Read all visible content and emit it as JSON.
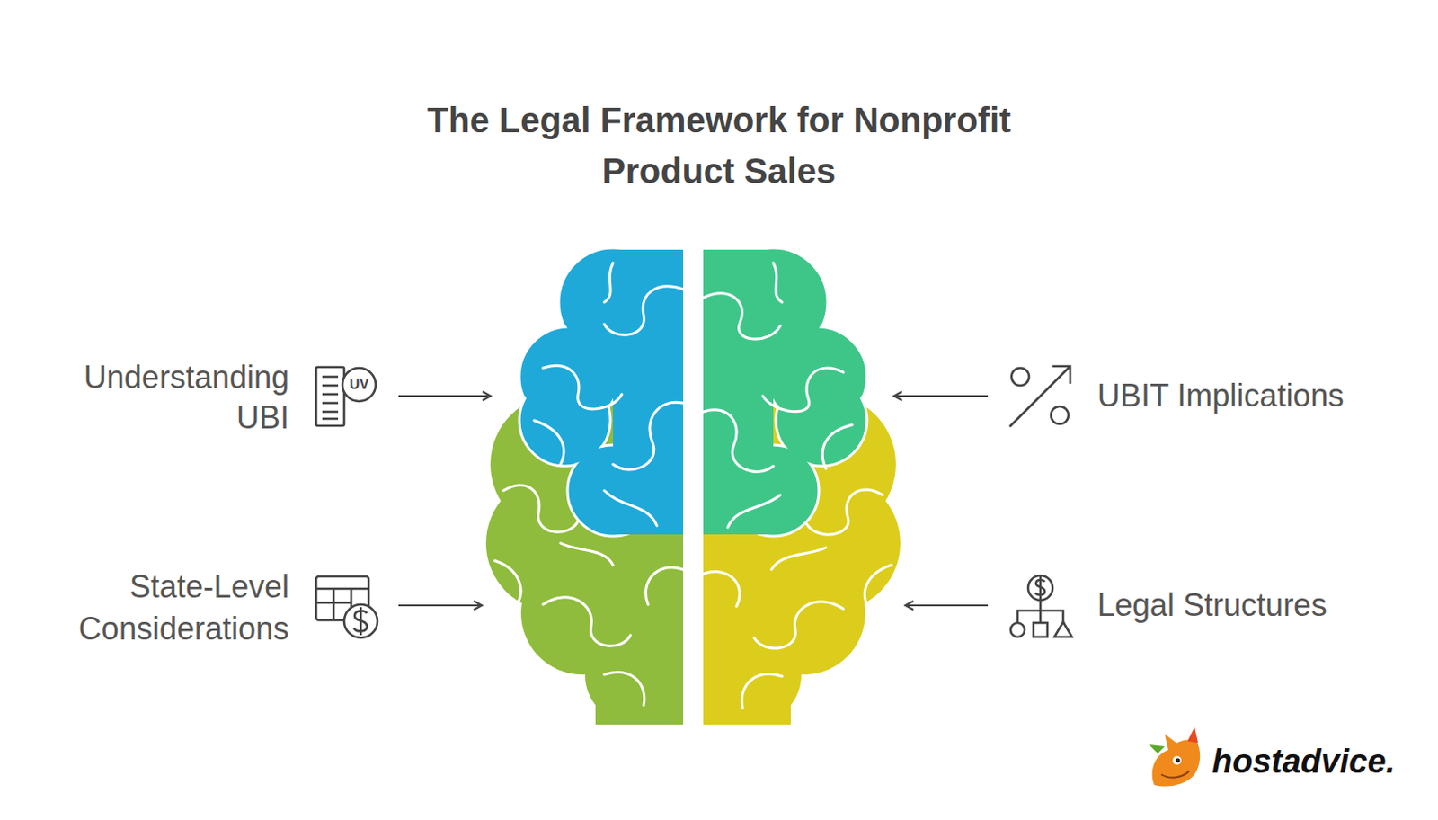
{
  "diagram": {
    "title": "The Legal Framework for Nonprofit Product Sales",
    "labels": [
      "Understanding UBI",
      "UV",
      "State-Level Considerations",
      "UBIT Implications",
      "Legal Structures",
      "hostadvice."
    ]
  }
}
